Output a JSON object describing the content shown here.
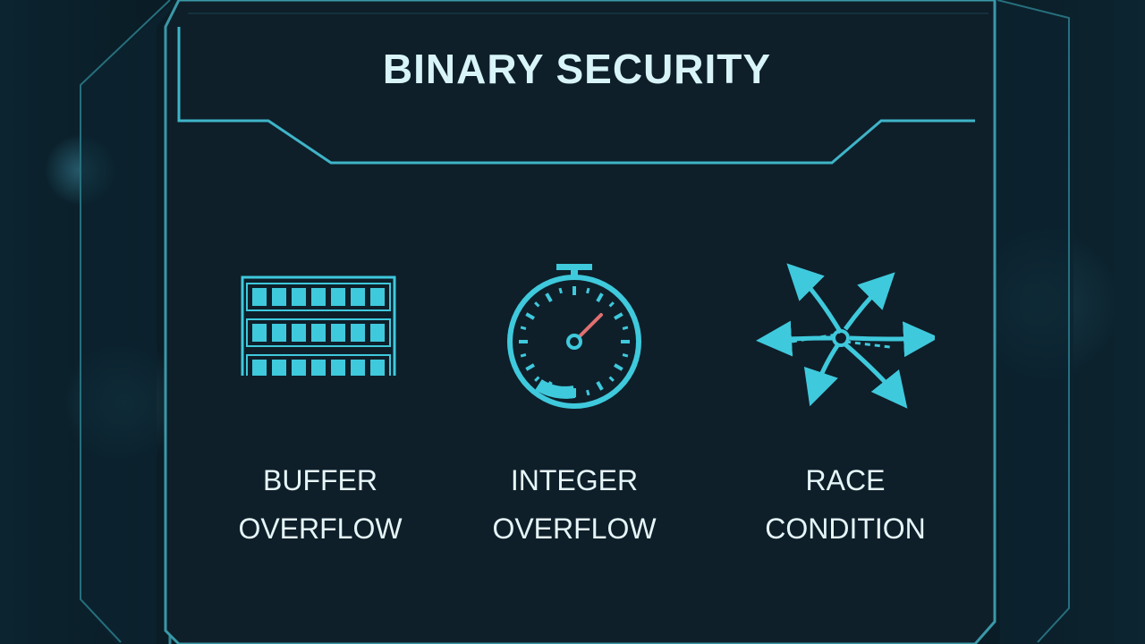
{
  "title": "BINARY SECURITY",
  "colors": {
    "accent": "#3fc9dc",
    "frame": "#3a98a8",
    "panel": "#0e1f2a",
    "needle": "#e07070"
  },
  "items": [
    {
      "icon": "buffer-grid-icon",
      "line1": "BUFFER",
      "line2": "OVERFLOW"
    },
    {
      "icon": "stopwatch-icon",
      "line1": "INTEGER",
      "line2": "OVERFLOW"
    },
    {
      "icon": "scatter-arrows-icon",
      "line1": "RACE",
      "line2": "CONDITION"
    }
  ]
}
